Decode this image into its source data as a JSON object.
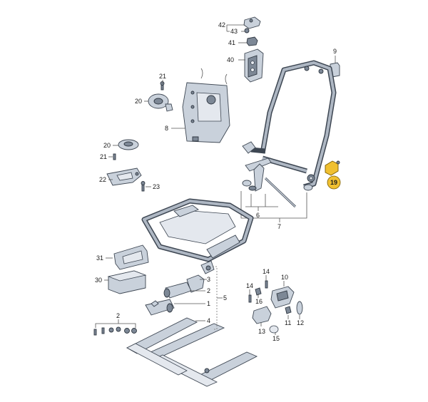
{
  "callouts": {
    "c42": "42",
    "c43": "43",
    "c41": "41",
    "c40": "40",
    "c9": "9",
    "c21a": "21",
    "c20a": "20",
    "c8": "8",
    "c20b": "20",
    "c21b": "21",
    "c22": "22",
    "c23": "23",
    "c19": "19",
    "c6": "6",
    "c7": "7",
    "c31": "31",
    "c30": "30",
    "c3": "3",
    "c2a": "2",
    "c1": "1",
    "c4": "4",
    "c5": "5",
    "c2b": "2",
    "c14a": "14",
    "c10": "10",
    "c14b": "14",
    "c16": "16",
    "c13": "13",
    "c15": "15",
    "c11": "11",
    "c12": "12"
  },
  "colors": {
    "highlight": "#f0c030",
    "line": "#3d4652",
    "part": "#c9d1db"
  }
}
